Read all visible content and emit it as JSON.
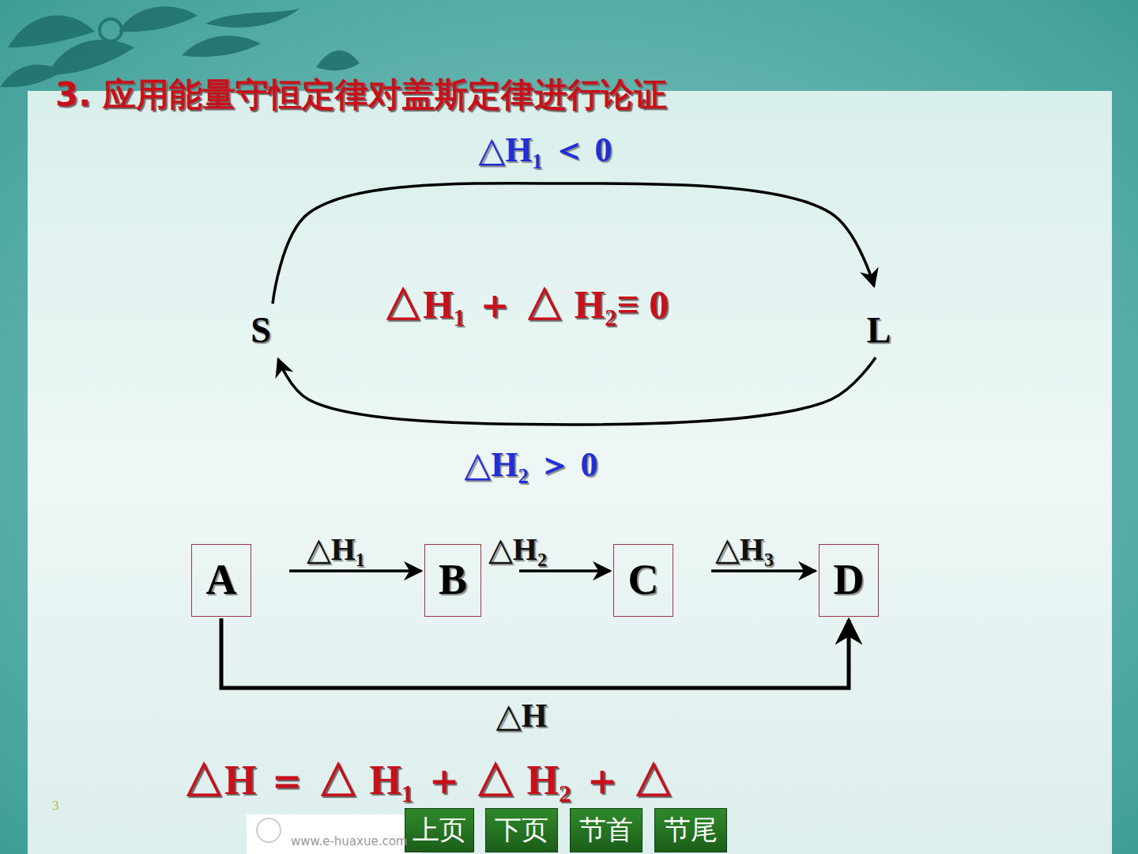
{
  "diagram": {
    "title": "3. 应用能量守恒定律对盖斯定律进行论证",
    "nodes": [
      {
        "text": [
          "S"
        ]
      },
      {
        "text": [
          "L"
        ]
      },
      {
        "text": [
          "A"
        ]
      },
      {
        "text": [
          "B"
        ]
      },
      {
        "text": [
          "C"
        ]
      },
      {
        "text": [
          "D"
        ]
      },
      {
        "text": [
          "上页"
        ]
      },
      {
        "text": [
          "下页"
        ]
      },
      {
        "text": [
          "节首"
        ]
      },
      {
        "text": [
          "节尾"
        ]
      }
    ],
    "edges": [
      {
        "from": 0,
        "to": 1,
        "label": "△H₁ ＜ 0",
        "arrow": "to"
      },
      {
        "from": 1,
        "to": 0,
        "label": "△H₂ ＞ 0",
        "arrow": "to"
      },
      {
        "from": 2,
        "to": 3,
        "label": "△H₁",
        "arrow": "to"
      },
      {
        "from": 3,
        "to": 4,
        "label": "△H₂",
        "arrow": "to"
      },
      {
        "from": 4,
        "to": 5,
        "label": "△H₃",
        "arrow": "to"
      },
      {
        "from": 2,
        "to": 5,
        "label": "△H",
        "arrow": "to"
      }
    ],
    "labels": [
      "△H₁ ＋ △ H₂≡ 0",
      "△H ＝ △ H₁ ＋ △ H₂ ＋ △",
      "3",
      "www.e-huaxue.com"
    ]
  }
}
